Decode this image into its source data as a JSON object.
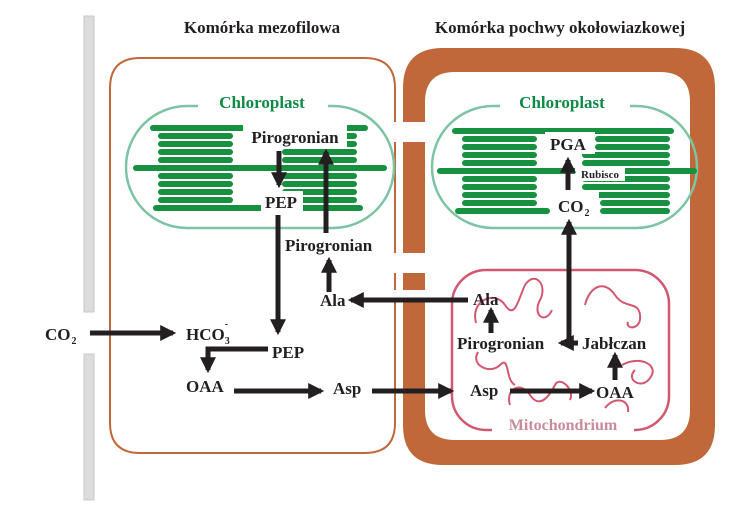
{
  "titles": {
    "mesophyll": "Komórka mezofilowa",
    "bundle_sheath": "Komórka pochwy okołowiazkowej"
  },
  "organelles": {
    "chloroplast_left": "Chloroplast",
    "chloroplast_right": "Chloroplast",
    "mitochondrium": "Mitochondrium"
  },
  "molecules": {
    "co2_outside": "CO",
    "co2_outside_sub": "2",
    "hco3": "HCO",
    "hco3_sub": "3",
    "hco3_sup": "-",
    "pep_cytosol": "PEP",
    "oaa_cytosol": "OAA",
    "asp_cytosol": "Asp",
    "ala_cytosol": "Ala",
    "pirogronian_cytosol": "Pirogronian",
    "pirogronian_chloroplast": "Pirogronian",
    "pep_chloroplast": "PEP",
    "pga": "PGA",
    "rubisco": "Rubisco",
    "co2_chloroplast": "CO",
    "co2_chloroplast_sub": "2",
    "ala_mito": "Ala",
    "pirogronian_mito": "Pirogronian",
    "jablczan": "Jabłczan",
    "asp_mito": "Asp",
    "oaa_mito": "OAA"
  },
  "colors": {
    "cell_wall": "#c0683a",
    "chloroplast_outline": "#7cc4a2",
    "thylakoid": "#17913f",
    "mito_outline": "#d25870",
    "mito_label": "#c98b9a",
    "arrow": "#231f20",
    "membrane_bar": "#dcdcdc"
  }
}
